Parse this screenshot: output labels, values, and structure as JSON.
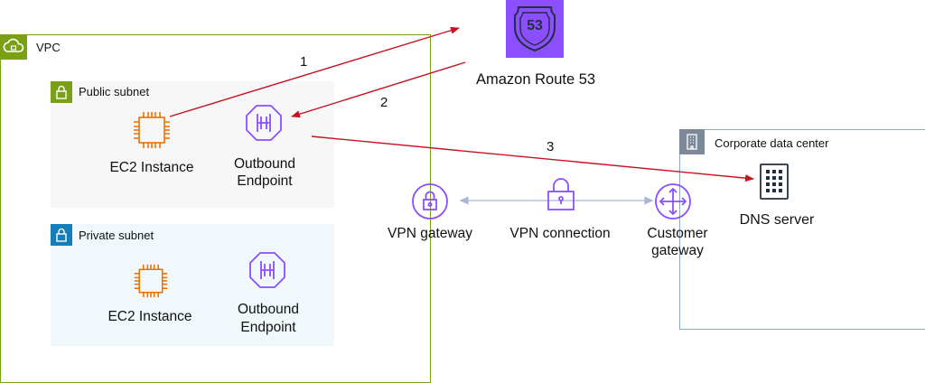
{
  "vpc": {
    "label": "VPC",
    "border_color": "#7AA116"
  },
  "public_subnet": {
    "label": "Public subnet",
    "badge_color": "#7AA116",
    "fill": "#F7F7F7",
    "ec2_label": "EC2 Instance",
    "endpoint_label_line1": "Outbound",
    "endpoint_label_line2": "Endpoint"
  },
  "private_subnet": {
    "label": "Private subnet",
    "badge_color": "#147EBA",
    "fill": "#F1F8FC",
    "ec2_label": "EC2 Instance",
    "endpoint_label_line1": "Outbound",
    "endpoint_label_line2": "Endpoint"
  },
  "route53": {
    "label": "Amazon Route 53",
    "badge_text": "53",
    "color": "#8C4FFF"
  },
  "vpn": {
    "gateway_label": "VPN gateway",
    "connection_label": "VPN connection",
    "customer_gateway_line1": "Customer",
    "customer_gateway_line2": "gateway",
    "icon_color": "#8C4FFF"
  },
  "corporate_dc": {
    "label": "Corporate data center",
    "border_color": "#8FA7C8",
    "badge_color": "#7D8998"
  },
  "dns_server": {
    "label": "DNS server",
    "color": "#232F3E"
  },
  "flows": [
    {
      "step": "1"
    },
    {
      "step": "2"
    },
    {
      "step": "3"
    }
  ],
  "colors": {
    "arrow": "#C7131F",
    "ec2": "#ED7100",
    "endpoint": "#8C4FFF",
    "vpn_line": "#A9B6D8"
  }
}
